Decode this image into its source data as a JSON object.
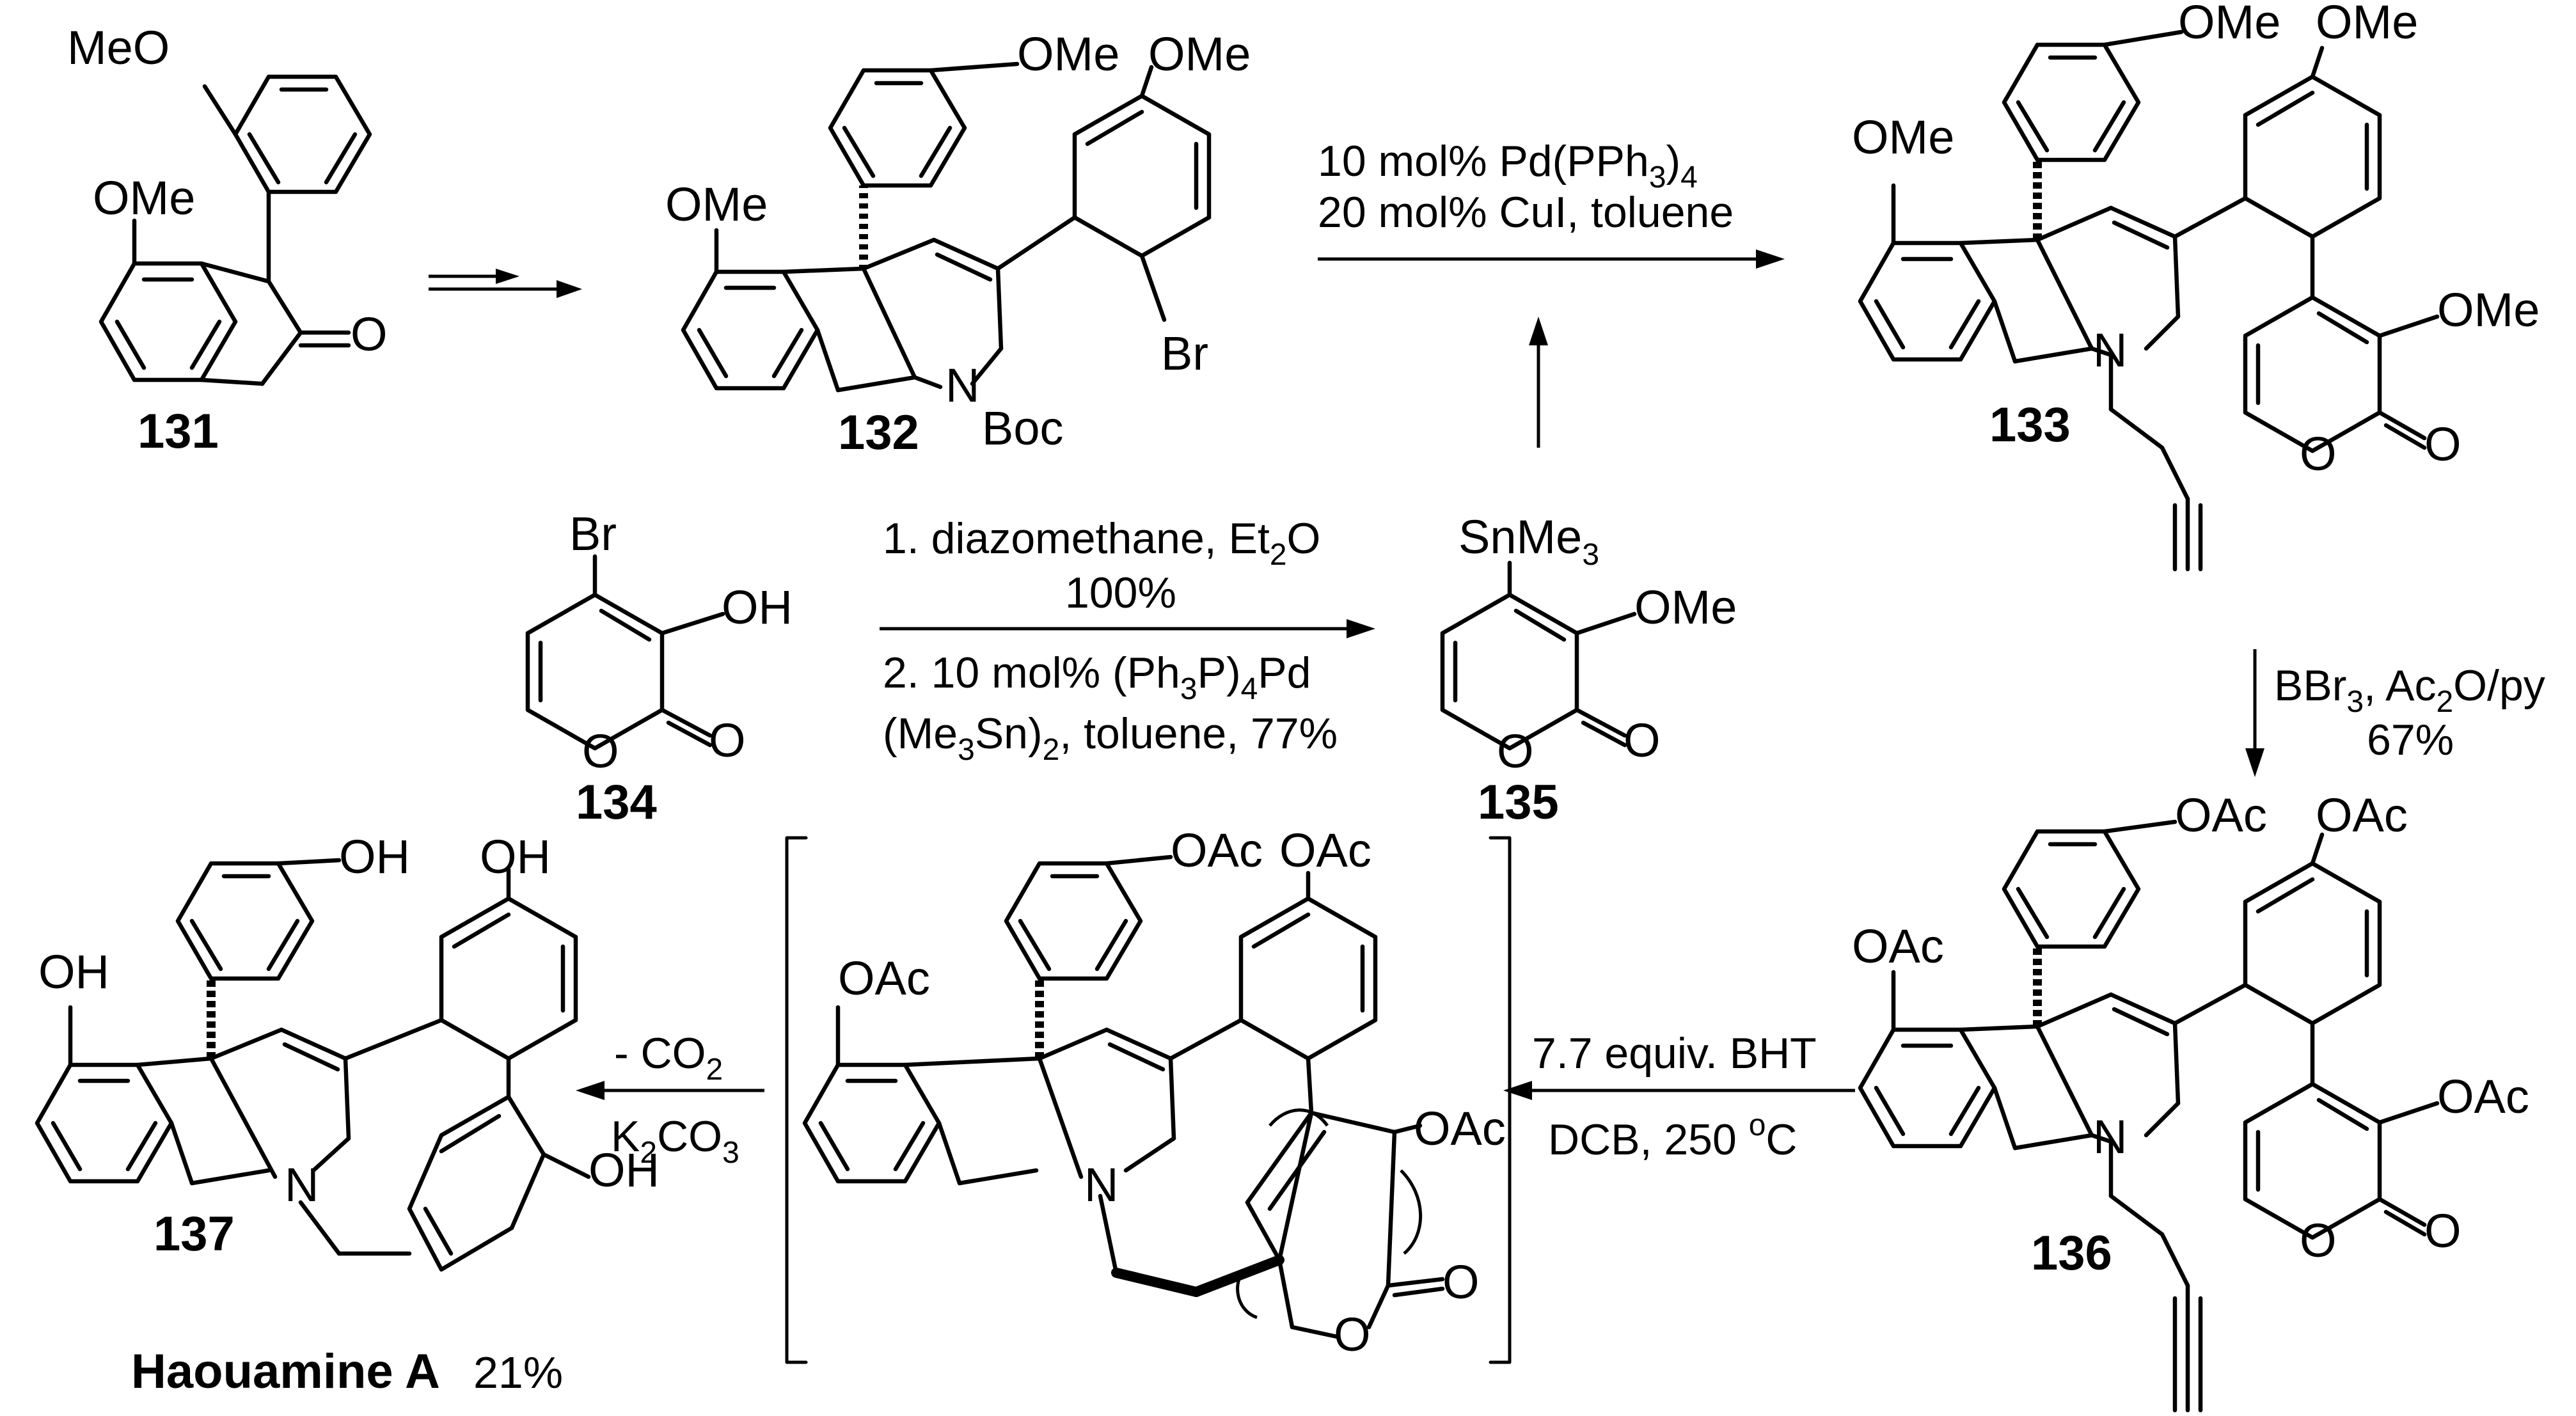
{
  "compounds": {
    "c131": {
      "label": "131",
      "atoms": {
        "ome_top": "MeO",
        "ome_left": "OMe",
        "ketone_o": "O"
      }
    },
    "c132": {
      "label": "132",
      "atoms": {
        "ome_left": "OMe",
        "ome_aryl": "OMe",
        "ome_right": "OMe",
        "br": "Br",
        "n": "N",
        "boc": "Boc"
      }
    },
    "c133": {
      "label": "133",
      "atoms": {
        "ome_left": "OMe",
        "ome_aryl": "OMe",
        "ome_right": "OMe",
        "ome_pyrone": "OMe",
        "n": "N",
        "ring_o": "O",
        "carbonyl_o": "O"
      }
    },
    "c134": {
      "label": "134",
      "atoms": {
        "br": "Br",
        "oh": "OH",
        "ring_o": "O",
        "carbonyl_o": "O"
      }
    },
    "c135": {
      "label": "135",
      "atoms": {
        "snme3": "SnMe",
        "snme3_sub": "3",
        "ome": "OMe",
        "ring_o": "O",
        "carbonyl_o": "O"
      }
    },
    "c136": {
      "label": "136",
      "atoms": {
        "oac_left": "OAc",
        "oac_aryl": "OAc",
        "oac_right": "OAc",
        "oac_pyrone": "OAc",
        "n": "N",
        "ring_o": "O",
        "carbonyl_o": "O"
      }
    },
    "intermediate": {
      "atoms": {
        "oac_left": "OAc",
        "oac_aryl": "OAc",
        "oac_right": "OAc",
        "oac_bridge": "OAc",
        "n": "N",
        "ring_o": "O",
        "carbonyl_o": "O"
      }
    },
    "c137": {
      "label": "137",
      "name": "Haouamine A",
      "yield": "21%",
      "atoms": {
        "oh_left": "OH",
        "oh_aryl": "OH",
        "oh_right": "OH",
        "oh_lower": "OH",
        "n": "N"
      }
    }
  },
  "conditions": {
    "stille": {
      "line1": "10 mol% Pd(PPh",
      "line1_sub": "3",
      "line1_end": ")",
      "line1_sub2": "4",
      "line2": "20 mol% CuI, toluene"
    },
    "prep135": {
      "line1": "1. diazomethane, Et",
      "line1_sub": "2",
      "line1_end": "O",
      "line2": "100%",
      "line3": "2. 10 mol% (Ph",
      "line3_sub": "3",
      "line3_mid": "P)",
      "line3_sub2": "4",
      "line3_end": "Pd",
      "line4": "(Me",
      "line4_sub": "3",
      "line4_mid": "Sn)",
      "line4_sub2": "2",
      "line4_end": ", toluene, 77%"
    },
    "deprotect": {
      "line1": "BBr",
      "line1_sub": "3",
      "line1_end": ", Ac",
      "line1_sub2": "2",
      "line1_end2": "O/py",
      "line2": "67%"
    },
    "cycloadd": {
      "line1": "7.7 equiv. BHT",
      "line2": "DCB, 250 ",
      "line2_sup": "o",
      "line2_end": "C"
    },
    "decarbox": {
      "line1": "- CO",
      "line1_sub": "2",
      "line2": "K",
      "line2_sub": "2",
      "line2_mid": "CO",
      "line2_sub2": "3"
    }
  }
}
